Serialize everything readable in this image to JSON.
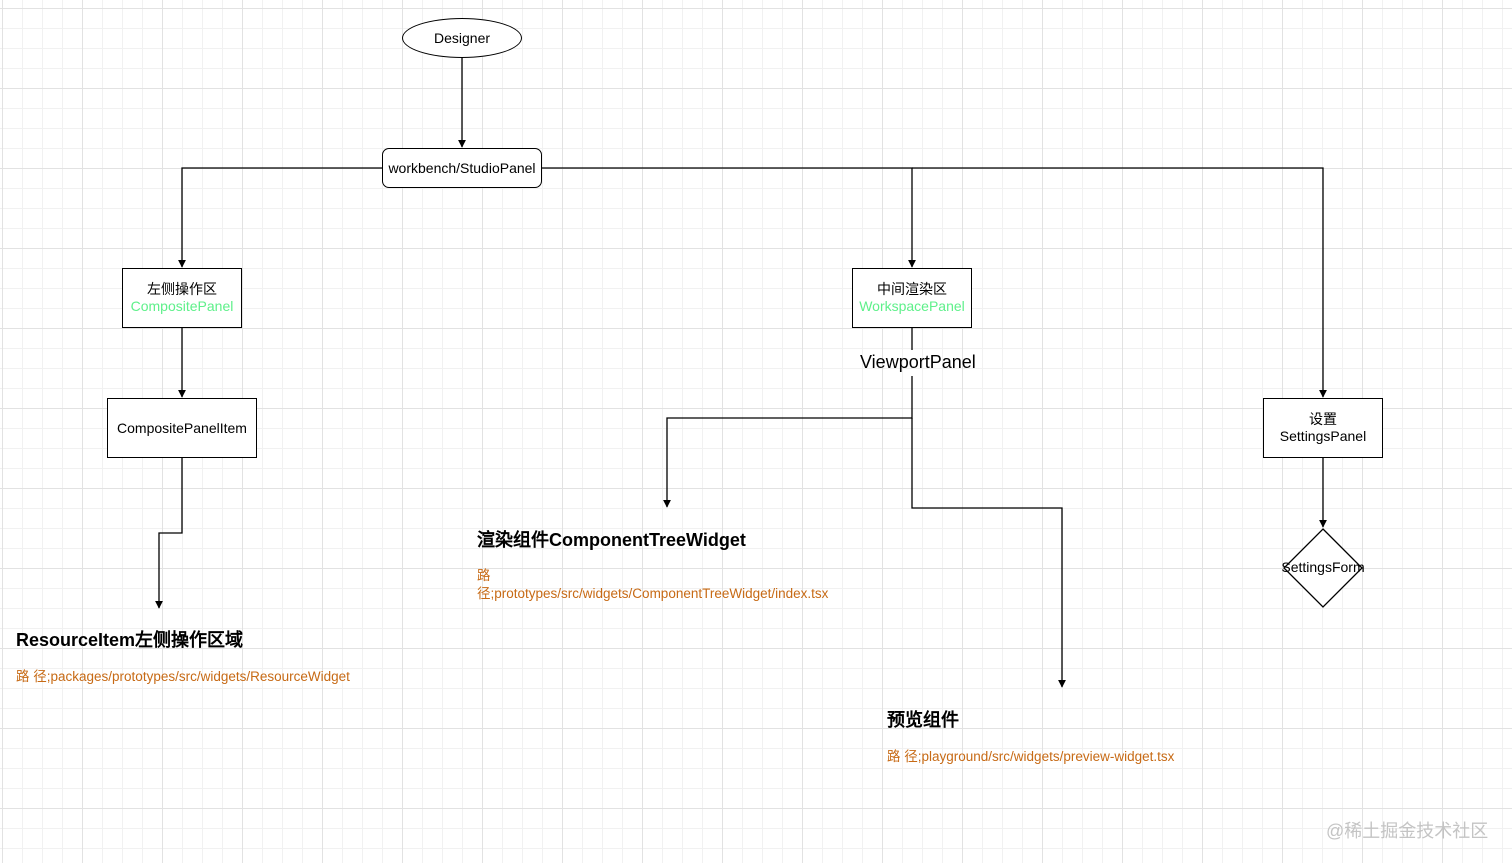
{
  "colors": {
    "line": "#000000",
    "subtitle": "#5ef08a",
    "path_text": "#c76a15",
    "watermark": "#c4c4c4"
  },
  "nodes": {
    "designer": "Designer",
    "studio_panel": "workbench/StudioPanel",
    "composite_panel": {
      "title": "左侧操作区",
      "subtitle": "CompositePanel"
    },
    "composite_panel_item": "CompositePanelItem",
    "workspace_panel": {
      "title": "中间渲染区",
      "subtitle": "WorkspacePanel"
    },
    "settings_panel": {
      "title": "设置",
      "subtitle": "SettingsPanel"
    },
    "settings_form": "SettingsForm"
  },
  "labels": {
    "viewport_panel": "ViewportPanel"
  },
  "notes": {
    "component_tree": {
      "title": "渲染组件ComponentTreeWidget",
      "path_line1": "路",
      "path_line2": "径;prototypes/src/widgets/ComponentTreeWidget/index.tsx"
    },
    "resource_item": {
      "title": "ResourceItem左侧操作区域",
      "path": "路 径;packages/prototypes/src/widgets/ResourceWidget"
    },
    "preview": {
      "title": "预览组件",
      "path": "路 径;playground/src/widgets/preview-widget.tsx"
    }
  },
  "watermark": "@稀土掘金技术社区"
}
